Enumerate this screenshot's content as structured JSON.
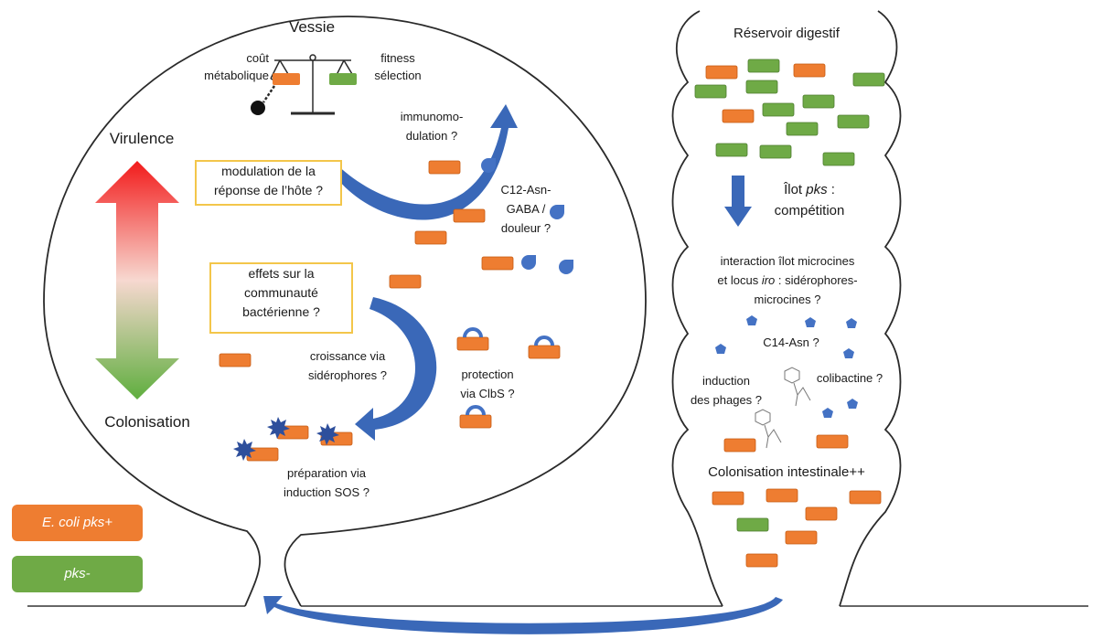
{
  "colors": {
    "pks_plus": "#ee7d31",
    "pks_minus": "#6faa46",
    "blue_arrow": "#3a68b8",
    "blue_shape": "#4472c4",
    "box_border": "#f3c64a",
    "virulence_top": "#f21b1b",
    "virulence_bottom": "#5fae3e"
  },
  "bladder": {
    "title": "Vessie",
    "balance_left": [
      "coût",
      "métabolique"
    ],
    "balance_right": [
      "fitness",
      "sélection"
    ],
    "axis_top": "Virulence",
    "axis_bottom": "Colonisation",
    "box_host": [
      "modulation de la",
      "réponse de l’hôte ?"
    ],
    "box_community": [
      "effets sur la",
      "communauté",
      "bactérienne ?"
    ],
    "immuno": [
      "immunomo-",
      "dulation ?"
    ],
    "c12": [
      "C12-Asn-",
      "GABA /",
      "douleur ?"
    ],
    "growth": [
      "croissance via",
      "sidérophores ?"
    ],
    "protection": [
      "protection",
      "via ClbS ?"
    ],
    "preparation": [
      "préparation via",
      "induction SOS ?"
    ]
  },
  "gut": {
    "title": "Réservoir digestif",
    "islet_prefix": "Îlot ",
    "islet_italic": "pks",
    "islet_suffix": " :",
    "islet_line2": "compétition",
    "interaction_line1": "interaction îlot microcines",
    "interaction_line2_prefix": "et locus ",
    "interaction_line2_italic": "iro",
    "interaction_line2_suffix": " : sidérophores-",
    "interaction_line3": "microcines ?",
    "c14": "C14-Asn ?",
    "induction": [
      "induction",
      "des phages ?"
    ],
    "colibactin": "colibactine ?",
    "colonisation": "Colonisation intestinale++"
  },
  "legend": {
    "pks_plus": "E. coli pks+",
    "pks_minus": "pks-"
  }
}
